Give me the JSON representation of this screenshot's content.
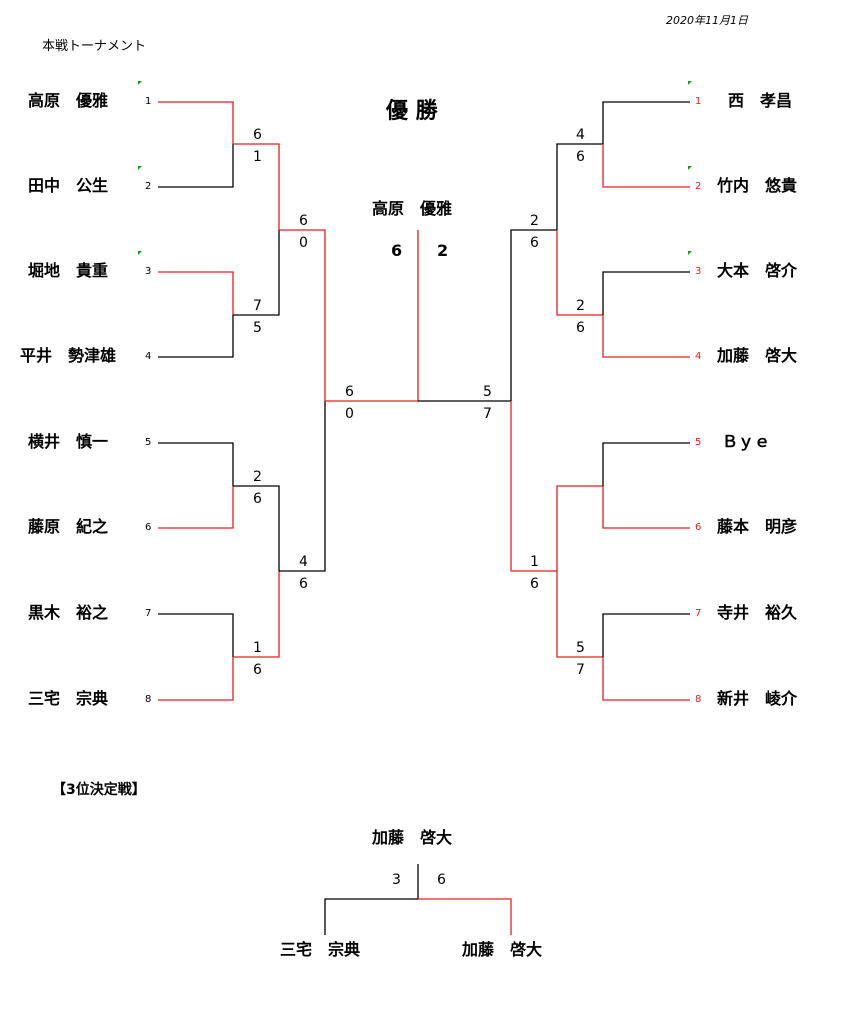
{
  "date": "2020年11月1日",
  "heading": "本戦トーナメント",
  "champion": {
    "title": "優 勝",
    "name": "高原　優雅",
    "score_left": "6",
    "score_right": "2"
  },
  "left_players": [
    {
      "name": "高原　優雅",
      "seed": "1"
    },
    {
      "name": "田中　公生",
      "seed": "2"
    },
    {
      "name": "堀地　貴重",
      "seed": "3"
    },
    {
      "name": "平井　勢津雄",
      "seed": "4"
    },
    {
      "name": "横井　慎一",
      "seed": "5"
    },
    {
      "name": "藤原　紀之",
      "seed": "6"
    },
    {
      "name": "黒木　裕之",
      "seed": "7"
    },
    {
      "name": "三宅　宗典",
      "seed": "8"
    }
  ],
  "right_players": [
    {
      "name": "西　孝昌",
      "seed": "1"
    },
    {
      "name": "竹内　悠貴",
      "seed": "2"
    },
    {
      "name": "大本　啓介",
      "seed": "3"
    },
    {
      "name": "加藤　啓大",
      "seed": "4"
    },
    {
      "name": "Ｂｙｅ",
      "seed": "5"
    },
    {
      "name": "藤本　明彦",
      "seed": "6"
    },
    {
      "name": "寺井　裕久",
      "seed": "7"
    },
    {
      "name": "新井　崚介",
      "seed": "8"
    }
  ],
  "scores": {
    "l_r1_m1": [
      "6",
      "1"
    ],
    "l_r1_m2": [
      "7",
      "5"
    ],
    "l_r1_m3": [
      "2",
      "6"
    ],
    "l_r1_m4": [
      "1",
      "6"
    ],
    "l_r2_m1": [
      "6",
      "0"
    ],
    "l_r2_m2": [
      "4",
      "6"
    ],
    "l_sf": [
      "6",
      "0"
    ],
    "r_r1_m1": [
      "4",
      "6"
    ],
    "r_r1_m2": [
      "2",
      "6"
    ],
    "r_r1_m4": [
      "5",
      "7"
    ],
    "r_r2_m1": [
      "2",
      "6"
    ],
    "r_r2_m2": [
      "1",
      "6"
    ],
    "r_sf": [
      "5",
      "7"
    ]
  },
  "third_place": {
    "title": "【3位決定戦】",
    "winner": "加藤　啓大",
    "score_left": "3",
    "score_right": "6",
    "left_player": "三宅　宗典",
    "right_player": "加藤　啓大"
  },
  "colors": {
    "win_line": "#e02020",
    "line": "#000000",
    "marker": "#1a9a1a"
  }
}
